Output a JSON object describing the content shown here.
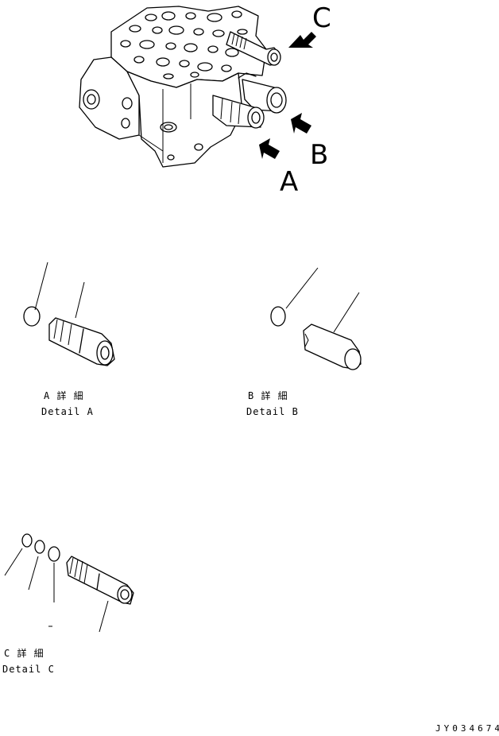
{
  "callouts": {
    "a": "A",
    "b": "B",
    "c": "C"
  },
  "details": {
    "a": {
      "title": "A 詳 細",
      "subtitle": "Detail A"
    },
    "b": {
      "title": "B 詳 細",
      "subtitle": "Detail B"
    },
    "c": {
      "title": "C 詳 細",
      "subtitle": "Detail C"
    }
  },
  "drawing_code": "JY034674"
}
